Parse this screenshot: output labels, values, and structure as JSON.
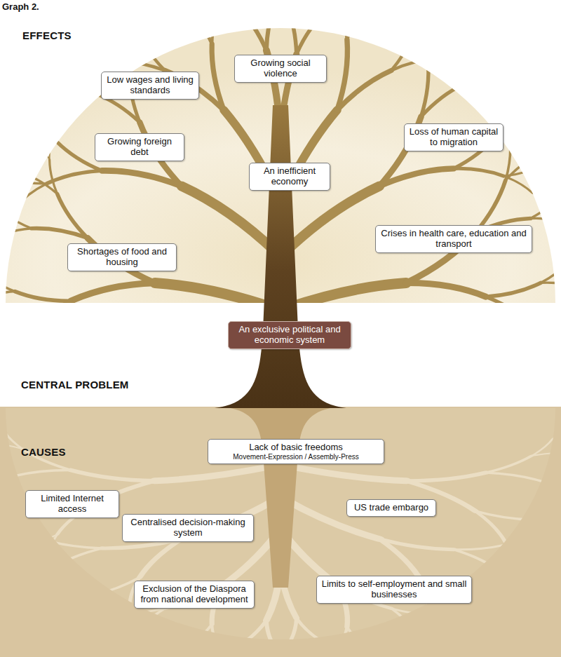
{
  "diagram": {
    "title": "Graph 2.",
    "nodes": [
      {
        "text": [
          "Growing social violence"
        ]
      },
      {
        "text": [
          "Low wages and living standards"
        ]
      },
      {
        "text": [
          "Growing foreign debt"
        ]
      },
      {
        "text": [
          "Loss of human capital to migration"
        ]
      },
      {
        "text": [
          "An inefficient economy"
        ]
      },
      {
        "text": [
          "Shortages of food and housing"
        ]
      },
      {
        "text": [
          "Crises in health care, education and transport"
        ]
      },
      {
        "text": [
          "An exclusive political and economic system"
        ]
      },
      {
        "text": [
          "Lack of basic freedoms",
          "Movement-Expression / Assembly-Press"
        ]
      },
      {
        "text": [
          "Limited Internet access"
        ]
      },
      {
        "text": [
          "Centralised decision-making system"
        ]
      },
      {
        "text": [
          "US trade embargo"
        ]
      },
      {
        "text": [
          "Exclusion of the Diaspora from national development"
        ]
      },
      {
        "text": [
          "Limits to self-employment and small businesses"
        ]
      }
    ],
    "labels": [
      "EFFECTS",
      "CENTRAL PROBLEM",
      "CAUSES"
    ]
  }
}
